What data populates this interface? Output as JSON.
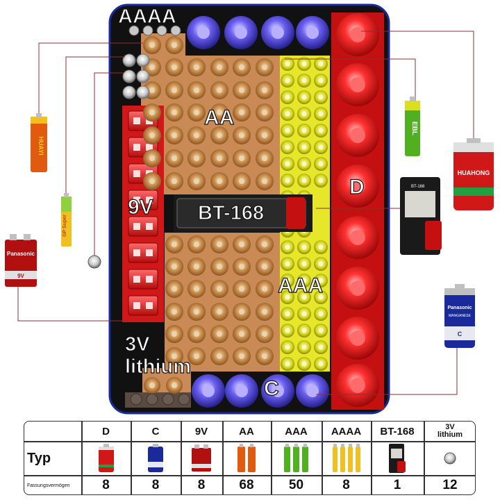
{
  "labels": {
    "aaaa": "AAAA",
    "aa": "AA",
    "nine_v": "9V",
    "bt168": "BT-168",
    "d": "D",
    "aaa": "AAA",
    "lithium_3v": "3V",
    "lithium_word": "lithium",
    "c": "C"
  },
  "product_text": {
    "huayi": "HUAYI",
    "gp": "GP Super",
    "panasonic": "Panasonic",
    "nine_v_mark": "9V",
    "ebl": "EBL",
    "huahong": "HUAHONG",
    "panasonic_c": "Panasonic",
    "manganese": "MANGANESE",
    "c_mark": "C",
    "tester_model": "BT-168"
  },
  "table": {
    "row_type_label": "Typ",
    "row_capacity_label": "Fassungsvermögen",
    "columns": [
      {
        "name": "D",
        "capacity": "8",
        "icon": "d-battery-icon"
      },
      {
        "name": "C",
        "capacity": "8",
        "icon": "c-battery-icon"
      },
      {
        "name": "9V",
        "capacity": "8",
        "icon": "9v-battery-icon"
      },
      {
        "name": "AA",
        "capacity": "68",
        "icon": "aa-battery-icon"
      },
      {
        "name": "AAA",
        "capacity": "50",
        "icon": "aaa-battery-icon"
      },
      {
        "name": "AAAA",
        "capacity": "8",
        "icon": "aaaa-battery-icon"
      },
      {
        "name": "BT-168",
        "capacity": "1",
        "icon": "battery-tester-icon"
      },
      {
        "name_line1": "3V",
        "name_line2": "lithium",
        "capacity": "12",
        "icon": "coin-cell-icon"
      }
    ]
  },
  "colors": {
    "case_border": "#1a2a9a",
    "d_zone": "#c41010",
    "aa_zone": "#c98a55",
    "aaa_zone": "#e6e62a",
    "nine_v_zone": "#d01818",
    "c_cell": "#5a50d8",
    "leader_line": "#8a3030"
  }
}
